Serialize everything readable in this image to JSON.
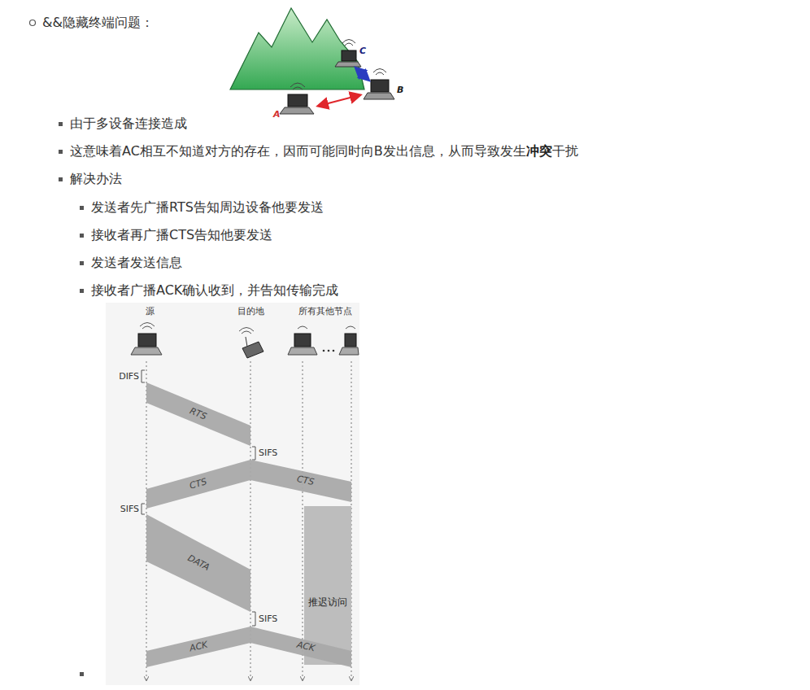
{
  "diagram": {
    "nodes": [
      {
        "text": [
          "RTS"
        ]
      },
      {
        "text": [
          "CTS"
        ]
      },
      {
        "text": [
          "CTS"
        ]
      },
      {
        "text": [
          "推迟访问"
        ]
      },
      {
        "text": [
          "DATA"
        ]
      },
      {
        "text": [
          "ACK"
        ]
      },
      {
        "text": [
          "ACK"
        ]
      }
    ],
    "labels": [
      "&&隐藏终端问题：",
      "由于多设备连接造成",
      "这意味着AC相互不知道对方的存在，因而可能同时向B发出信息，从而导致发生",
      "冲突",
      "干扰",
      "解决办法",
      "发送者先广播RTS告知周边设备他要发送",
      "接收者再广播CTS告知他要发送",
      "发送者发送信息",
      "接收者广播ACK确认收到，并告知传输完成",
      "C",
      "B",
      "A",
      "源",
      "目的地",
      "所有其他节点",
      "DIFS",
      "SIFS",
      "SIFS",
      "SIFS"
    ]
  }
}
